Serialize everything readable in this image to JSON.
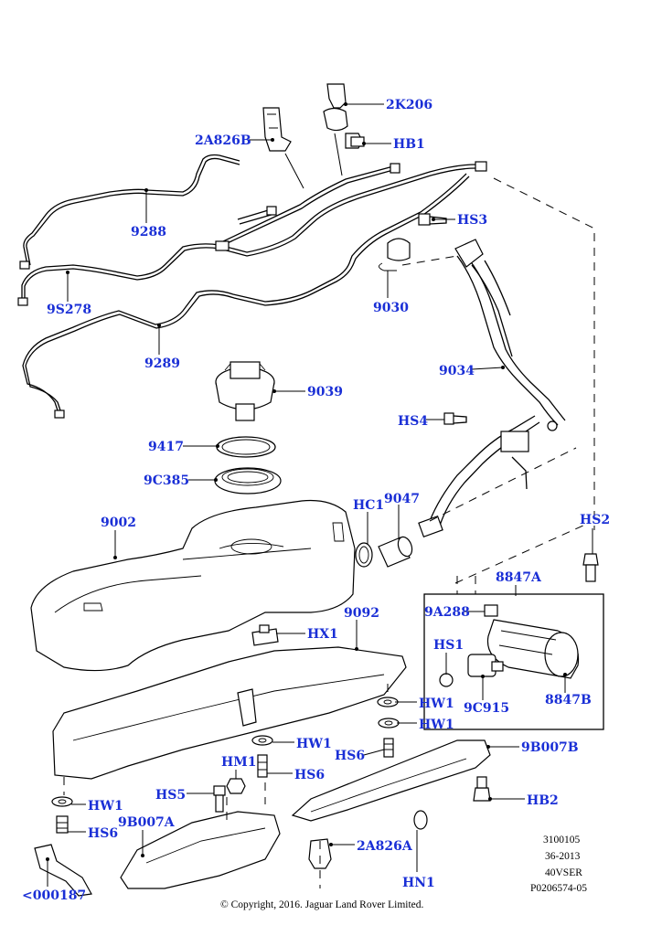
{
  "diagram": {
    "labels": {
      "l_2k206": "2K206",
      "l_2a826b": "2A826B",
      "l_hb1": "HB1",
      "l_9288": "9288",
      "l_hs3": "HS3",
      "l_9s278": "9S278",
      "l_9030": "9030",
      "l_9289": "9289",
      "l_9034": "9034",
      "l_9039": "9039",
      "l_hs4": "HS4",
      "l_9417": "9417",
      "l_9c385": "9C385",
      "l_hc1": "HC1",
      "l_9047": "9047",
      "l_9002": "9002",
      "l_hs2": "HS2",
      "l_8847a": "8847A",
      "l_9092": "9092",
      "l_9a288": "9A288",
      "l_hx1": "HX1",
      "l_hs1": "HS1",
      "l_hw1_a": "HW1",
      "l_9c915": "9C915",
      "l_8847b": "8847B",
      "l_hw1_b": "HW1",
      "l_hw1_c": "HW1",
      "l_hs6_a": "HS6",
      "l_9b007b": "9B007B",
      "l_hm1": "HM1",
      "l_hs6_b": "HS6",
      "l_hs5": "HS5",
      "l_hb2": "HB2",
      "l_hw1_d": "HW1",
      "l_hs6_c": "HS6",
      "l_9b007a": "9B007A",
      "l_2a826a": "2A826A",
      "l_hn1": "HN1",
      "l_000187": "<000187"
    },
    "meta": {
      "code1": "3100105",
      "code2": "36-2013",
      "code3": "40VSER",
      "code4": "P0206574-05",
      "copyright": "© Copyright, 2016. Jaguar Land Rover Limited."
    }
  }
}
